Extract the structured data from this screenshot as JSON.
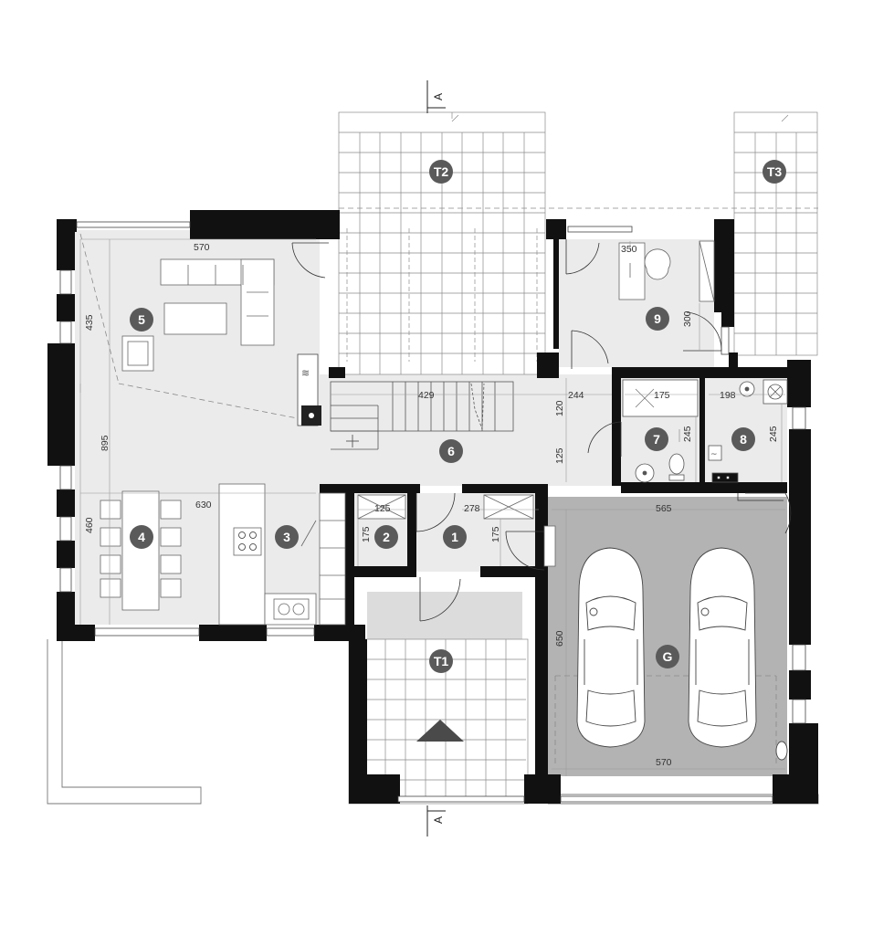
{
  "floorplan": {
    "section_marker": "A",
    "rooms": [
      {
        "id": "1",
        "label": "1"
      },
      {
        "id": "2",
        "label": "2"
      },
      {
        "id": "3",
        "label": "3"
      },
      {
        "id": "4",
        "label": "4"
      },
      {
        "id": "5",
        "label": "5"
      },
      {
        "id": "6",
        "label": "6"
      },
      {
        "id": "7",
        "label": "7"
      },
      {
        "id": "8",
        "label": "8"
      },
      {
        "id": "9",
        "label": "9"
      },
      {
        "id": "G",
        "label": "G"
      },
      {
        "id": "T1",
        "label": "T1"
      },
      {
        "id": "T2",
        "label": "T2"
      },
      {
        "id": "T3",
        "label": "T3"
      }
    ],
    "dimensions": {
      "living_width": "570",
      "living_depth": "435",
      "left_total": "895",
      "dining_depth": "460",
      "kitchen_width": "630",
      "stair_width": "429",
      "hall_width": "244",
      "hall_depth_upper": "120",
      "hall_depth_lower": "125",
      "office_width": "350",
      "office_depth": "300",
      "bath_width": "175",
      "bath_depth": "245",
      "utility_width": "198",
      "utility_depth": "245",
      "closet_width": "125",
      "closet_depth": "175",
      "entry_width": "278",
      "entry_depth": "175",
      "garage_width_top": "565",
      "garage_depth": "650",
      "garage_width_bottom": "570"
    },
    "colors": {
      "wall": "#111111",
      "room_fill": "#ebebeb",
      "garage_fill": "#b3b3b3",
      "label_circle": "#5a5a5a",
      "line": "#777777"
    }
  }
}
